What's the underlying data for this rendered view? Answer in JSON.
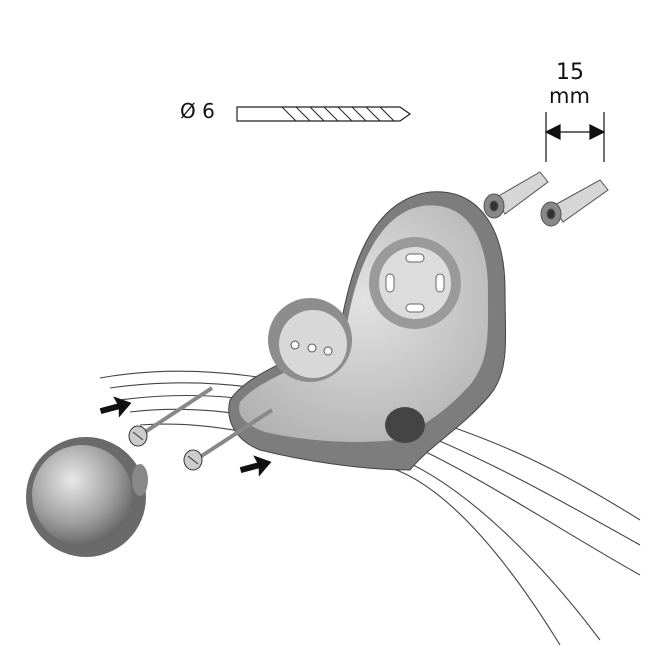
{
  "drill": {
    "diameter_label": "Ø 6"
  },
  "dimension": {
    "value": "15",
    "unit": "mm"
  },
  "colors": {
    "rim": "#7d7d7d",
    "face": "#c9c9c9",
    "line": "#333333"
  }
}
